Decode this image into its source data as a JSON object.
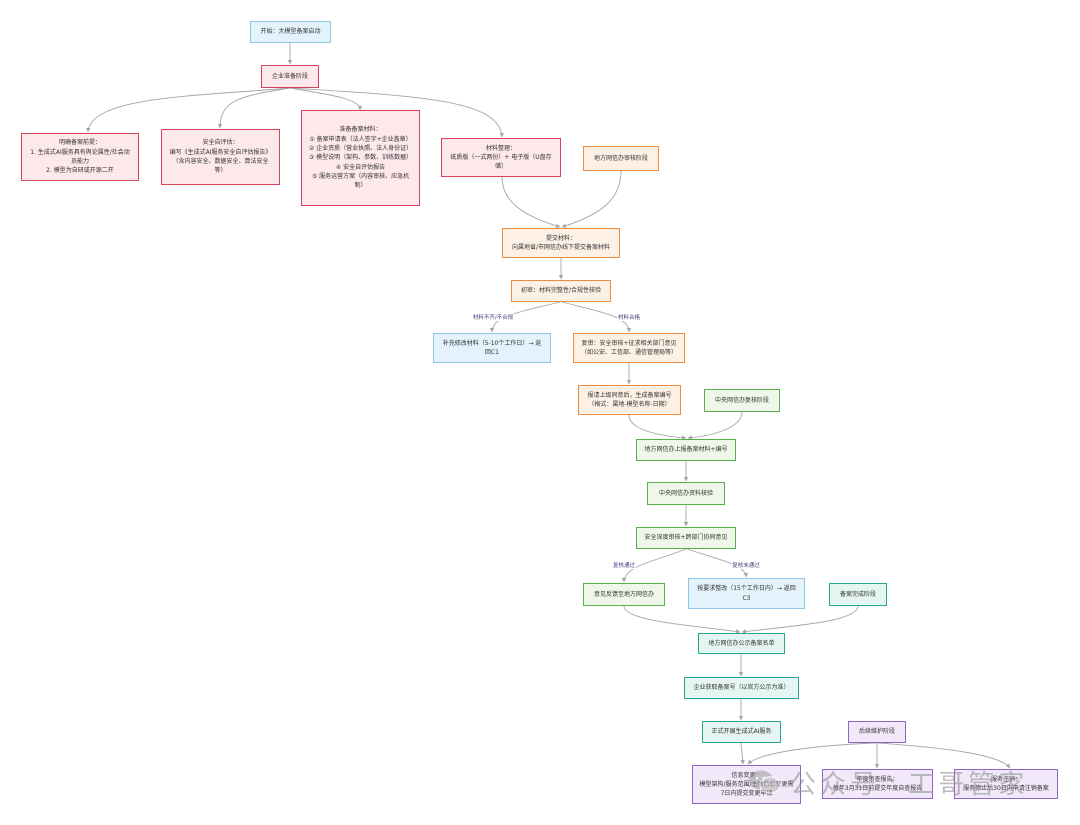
{
  "nodes": {
    "A": "开始：大模型备案启动",
    "B": "企业准备阶段",
    "B1": "明确备案前提：\n1. 生成式AI服务具有舆论属性/社会动员能力\n2. 模型为自研或开源二开",
    "B2": "安全自评估：\n编写《生成式AI服务安全自评估报告》\n（含内容安全、数据安全、算法安全等）",
    "B3": "准备备案材料：\n① 备案申请表（法人签字+企业盖章）\n② 企业资质（营业执照、法人身份证）\n③ 模型说明（架构、参数、训练数据）\n④ 安全自评估报告\n⑤ 服务运营方案（内容审核、应急机制）",
    "B4": "材料整理：\n纸质版（一式两份）+ 电子版（U盘存储）",
    "C0": "地方网信办审核阶段",
    "C1": "提交材料：\n向属地省/市网信办线下提交备案材料",
    "C2": "初审：材料完整性/合规性核验",
    "C3": "补充修改材料（5-10个工作日）→ 返回C1",
    "C4": "复审：安全审核+征求相关部门意见\n（如公安、工信部、通信管理局等）",
    "C5": "报请上级同意后，生成备案编号\n（格式：属地-模型名称-日期）",
    "D0": "中央网信办复核阶段",
    "D1": "地方网信办上报备案材料+编号",
    "D2": "中央网信办资料核验",
    "D3": "安全深度审核+跨部门协同意见",
    "D4": "意见反馈至地方网信办",
    "D5": "按要求整改（15个工作日内）→ 返回C3",
    "E0": "备案完成阶段",
    "E1": "地方网信办公示备案名单",
    "E2": "企业获取备案号（以官方公示为准）",
    "E3": "正式开展生成式AI服务",
    "F0": "后续维护阶段",
    "F1": "信息变更：\n模型架构/服务范围/主体信息变更需7日内提交变更申请",
    "F2": "年度审查报告：\n每年3月31日前提交年度自查报告",
    "F3": "服务注销：\n服务停止后30日内申请注销备案"
  },
  "edge_labels": {
    "fail": "材料不齐/不合规",
    "pass": "材料合格",
    "review_pass": "复核通过",
    "review_fail": "复核未通过"
  },
  "watermark": {
    "left": "公众号",
    "dot": "·",
    "right": "工哥管家"
  },
  "colors": {
    "edge": "#a6a6a6",
    "red": "#d9425c",
    "orange": "#ef8b3a",
    "blue": "#8ec6e6",
    "green": "#58b04a",
    "teal": "#27a590",
    "purple": "#9063c6"
  }
}
